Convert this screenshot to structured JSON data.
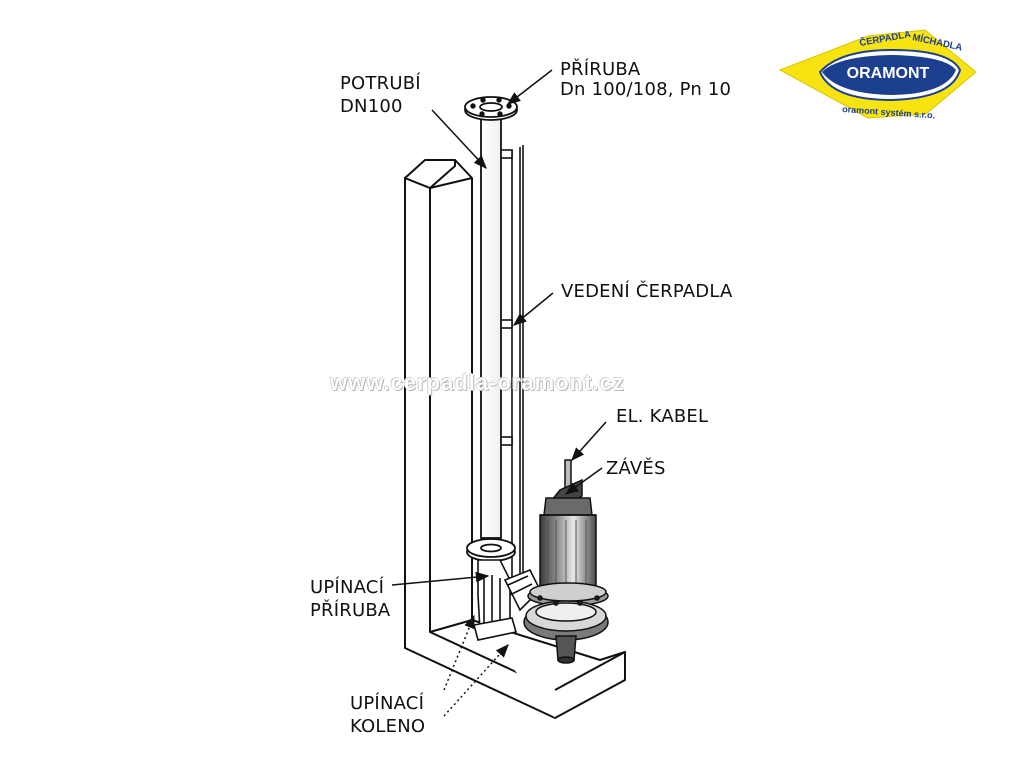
{
  "labels": {
    "pipe_line1": "POTRUBÍ",
    "pipe_line2": "DN100",
    "flange_line1": "PŘÍRUBA",
    "flange_line2": "Dn 100/108, Pn 10",
    "guide": "VEDENÍ ČERPADLA",
    "cable": "EL. KABEL",
    "hanger": "ZÁVĚS",
    "clamp_flange_line1": "UPÍNACÍ",
    "clamp_flange_line2": "PŘÍRUBA",
    "clamp_elbow_line1": "UPÍNACÍ",
    "clamp_elbow_line2": "KOLENO"
  },
  "watermark": "www.cerpadla-oramont.cz",
  "logo": {
    "top_left": "ČERPADLA",
    "top_right": "MÍCHADLA",
    "brand": "ORAMONT",
    "bottom": "oramont systém s.r.o.",
    "colors": {
      "yellow": "#f6e30f",
      "blue": "#1d3f8f"
    }
  }
}
